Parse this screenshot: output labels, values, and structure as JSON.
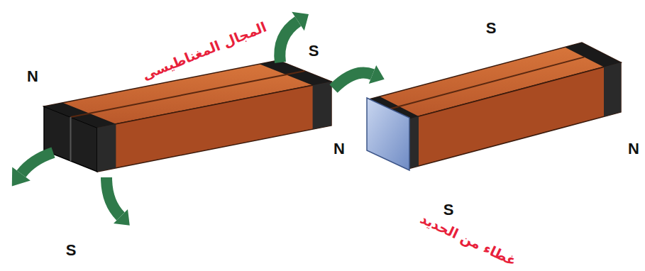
{
  "diagram": {
    "labels": [
      "S",
      "S",
      "المجال المغناطيسى",
      "N",
      "N",
      "N",
      "S",
      "غطاء من الحديد",
      "S"
    ]
  }
}
